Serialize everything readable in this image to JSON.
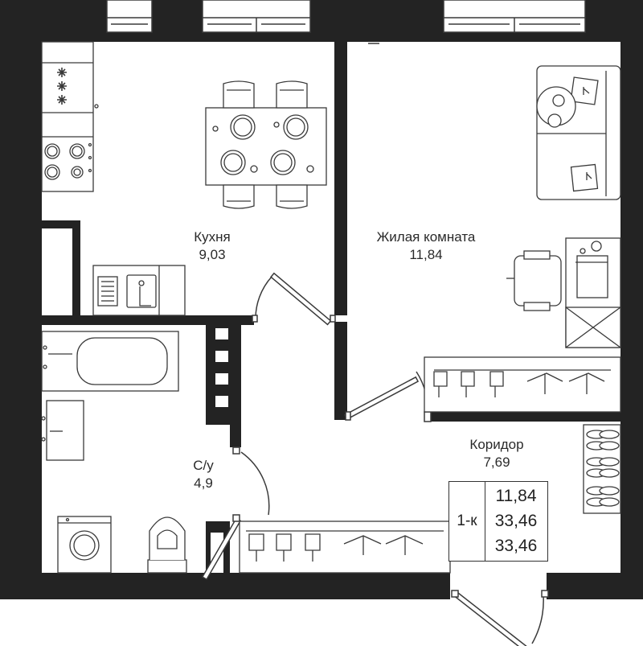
{
  "plan": {
    "rooms": [
      {
        "id": "kitchen",
        "name": "Кухня",
        "area": "9,03"
      },
      {
        "id": "living",
        "name": "Жилая комната",
        "area": "11,84"
      },
      {
        "id": "corridor",
        "name": "Коридор",
        "area": "7,69"
      },
      {
        "id": "bathroom",
        "name": "С/у",
        "area": "4,9"
      }
    ],
    "summary": {
      "type": "1-к",
      "living_area": "11,84",
      "total_area": "33,46",
      "total_area_2": "33,46"
    },
    "colors": {
      "wall": "#232323",
      "line": "#3a3a3a",
      "fill": "#ffffff",
      "window": "#ffffff"
    }
  }
}
